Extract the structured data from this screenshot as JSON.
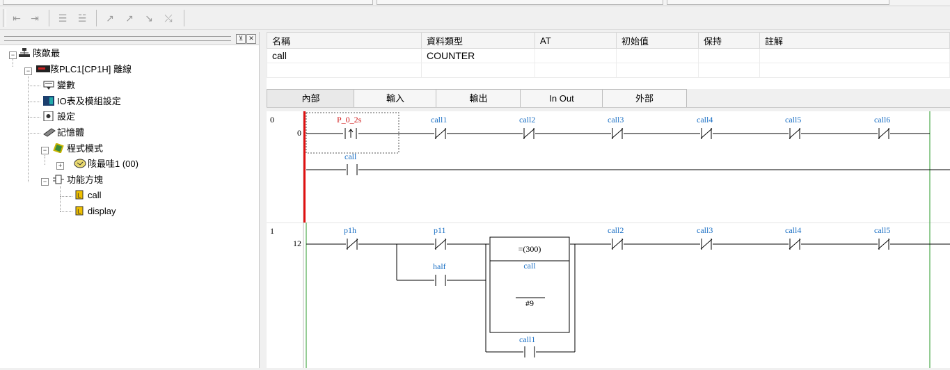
{
  "tree": {
    "root": "陔歕最",
    "plc": "陔PLC1[CP1H] 離線",
    "items": {
      "variables": "變數",
      "io_table": "IO表及模組設定",
      "settings": "設定",
      "memory": "記憶體",
      "program_mode": "程式模式",
      "program1": "陔最哇1 (00)",
      "function_blocks": "功能方塊",
      "fb_call": "call",
      "fb_display": "display"
    },
    "header_buttons": {
      "pin": "⊻",
      "close": "✕"
    }
  },
  "variable_table": {
    "headers": [
      "名稱",
      "資料類型",
      "AT",
      "初始值",
      "保持",
      "註解"
    ],
    "rows": [
      [
        "call",
        "COUNTER",
        "",
        "",
        "",
        ""
      ],
      [
        "",
        "",
        "",
        "",
        "",
        ""
      ]
    ]
  },
  "tabs": [
    "內部",
    "輸入",
    "輸出",
    "In Out",
    "外部"
  ],
  "ladder": {
    "rung0": {
      "rung_number": "0",
      "step_number": "0",
      "contacts": [
        "P_0_2s",
        "call1",
        "call2",
        "call3",
        "call4",
        "call5",
        "call6"
      ],
      "branch_contact": "call"
    },
    "rung1": {
      "rung_number": "1",
      "step_number": "12",
      "contacts": [
        "p1h",
        "p11",
        "call2",
        "call3",
        "call4",
        "call5"
      ],
      "branch_contact": "half",
      "fb_label": "=(300)",
      "fb_operand": "call",
      "fb_const": "#9",
      "bottom_contact": "call1"
    },
    "colors": {
      "label_blue": "#1a6fc4",
      "label_red": "#d01818",
      "rail_red": "#e01010",
      "rail_green": "#2a9a2a",
      "line": "#000000"
    }
  }
}
